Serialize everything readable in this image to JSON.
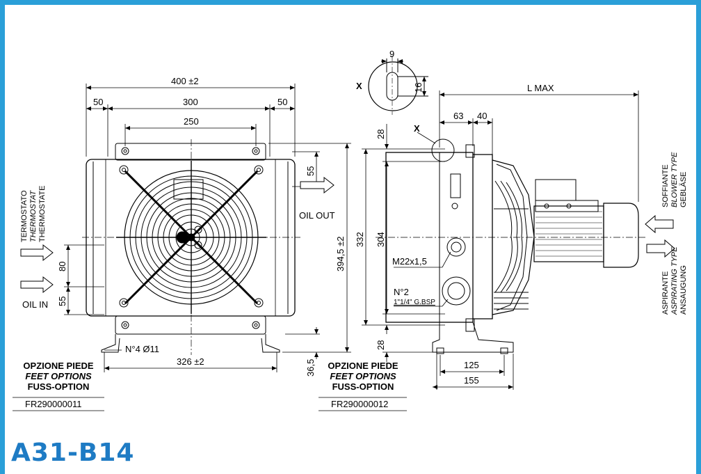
{
  "model_title": "A31-B14",
  "brand_color": "#2a9fd8",
  "title_color": "#1e7bc4",
  "front": {
    "width_total": "400 ±2",
    "margin_left": "50",
    "width_mid": "300",
    "margin_right": "50",
    "width_inner": "250",
    "height_total": "394,5 ±2",
    "top_offset": "55",
    "feet_spacing": "326 ±2",
    "feet_holes": "N°4 Ø11",
    "port_spacing": "80",
    "bottom_offset": "55",
    "foot_height": "36,5",
    "oil_in": "OIL IN",
    "oil_out": "OIL OUT",
    "thermostat": [
      "TERMOSTATO",
      "THERMOSTAT",
      "THERMOSTATE"
    ]
  },
  "side": {
    "height_outer": "332",
    "height_inner": "304",
    "top_offset": "28",
    "bottom_offset": "28",
    "depth_a": "63",
    "depth_b": "40",
    "length": "L MAX",
    "thread": "M22x1,5",
    "ports_count": "N°2",
    "port_size": "1\"1/4\" G.BSP",
    "feet_inner": "125",
    "feet_outer": "155",
    "detail_label": "X",
    "slot_width": "9",
    "slot_height": "16",
    "blower": [
      "SOFFIANTE",
      "BLOWER TYPE",
      "GEBLÄSE"
    ],
    "aspirating": [
      "ASPIRANTE",
      "ASPIRATING TYPE",
      "ANSAUGUNG"
    ]
  },
  "options": [
    {
      "line1": "OPZIONE PIEDE",
      "line2": "FEET OPTIONS",
      "line3": "FUSS-OPTION",
      "code": "FR290000011"
    },
    {
      "line1": "OPZIONE PIEDE",
      "line2": "FEET OPTIONS",
      "line3": "FUSS-OPTION",
      "code": "FR290000012"
    }
  ]
}
